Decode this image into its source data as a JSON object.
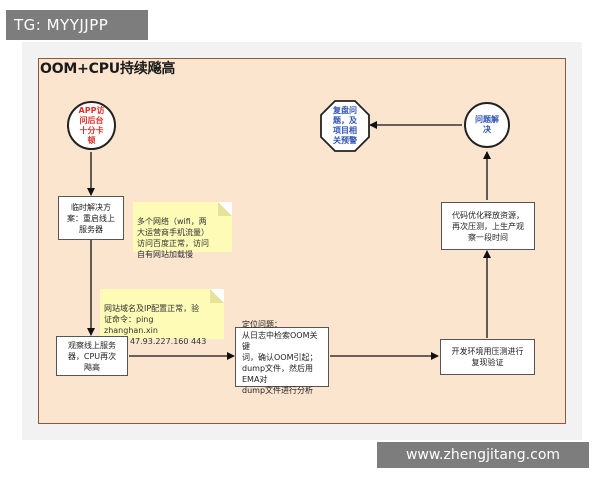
{
  "overlay_tag": "TG: MYYJJPP",
  "watermark": "www.zhengjitang.com",
  "diagram": {
    "title": "OOM+CPU持续飚高",
    "start_node": "APP访\n问后台\n十分卡\n顿",
    "temp_solution": "临时解决方\n案：重启线上\n服务器",
    "note_network": "多个网络（wifi，两\n大运营商手机流量）\n访问百度正常，访问\n自有网站加载慢",
    "note_dns": "网站域名及IP配置正常，验\n证命令：ping\nzhanghan.xin\ntelnet 47.93.227.160 443",
    "observe_server": "观察线上服务\n器，CPU再次\n飚高",
    "locate_issue": "定位问题：\n从日志中检索OOM关键\n词，确认OOM引起；\ndump文件，然后用EMA对\ndump文件进行分析",
    "dev_verify": "开发环境用压测进行\n复现验证",
    "optimize_code": "代码优化释放资源，\n再次压测，上生产观\n察一段时间",
    "issue_resolved": "问题解\n决",
    "review": "复盘问\n题，及\n项目相\n关预警"
  },
  "colors": {
    "frame_fill": "#fbe5cf",
    "note_fill": "#fdfbb5",
    "start_red": "#e0322c",
    "resolved_blue": "#3154b8"
  }
}
